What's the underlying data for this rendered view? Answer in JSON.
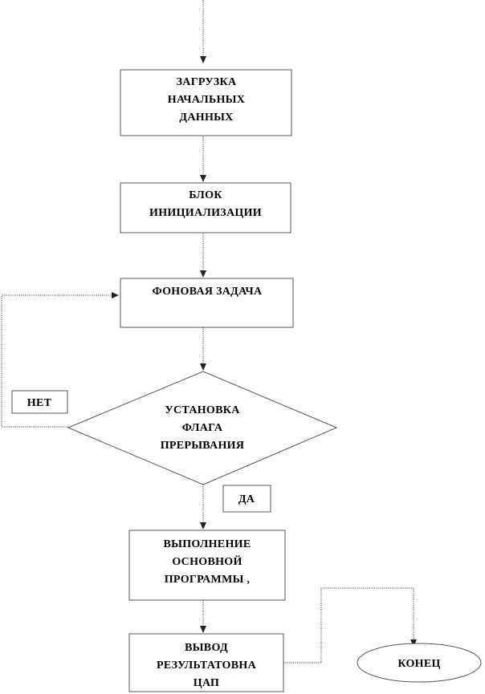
{
  "flowchart": {
    "load": {
      "lines": [
        "ЗАГРУЗКА",
        "НАЧАЛЬНЫХ",
        "ДАННЫХ"
      ]
    },
    "init": {
      "lines": [
        "БЛОК",
        "ИНИЦИАЛИЗАЦИИ"
      ]
    },
    "background": {
      "lines": [
        "ФОНОВАЯ ЗАДАЧА"
      ]
    },
    "decision": {
      "lines": [
        "УСТАНОВКА",
        "ФЛАГА",
        "ПРЕРЫВАНИЯ"
      ]
    },
    "no_label": "НЕТ",
    "yes_label": "ДА",
    "main": {
      "lines": [
        "ВЫПОЛНЕНИЕ",
        "ОСНОВНОЙ",
        "ПРОГРАММЫ ,"
      ]
    },
    "output": {
      "lines": [
        "ВЫВОД",
        "РЕЗУЛЬТАТОВНА",
        "ЦАП"
      ]
    },
    "end": {
      "lines": [
        "КОНЕЦ"
      ]
    }
  }
}
